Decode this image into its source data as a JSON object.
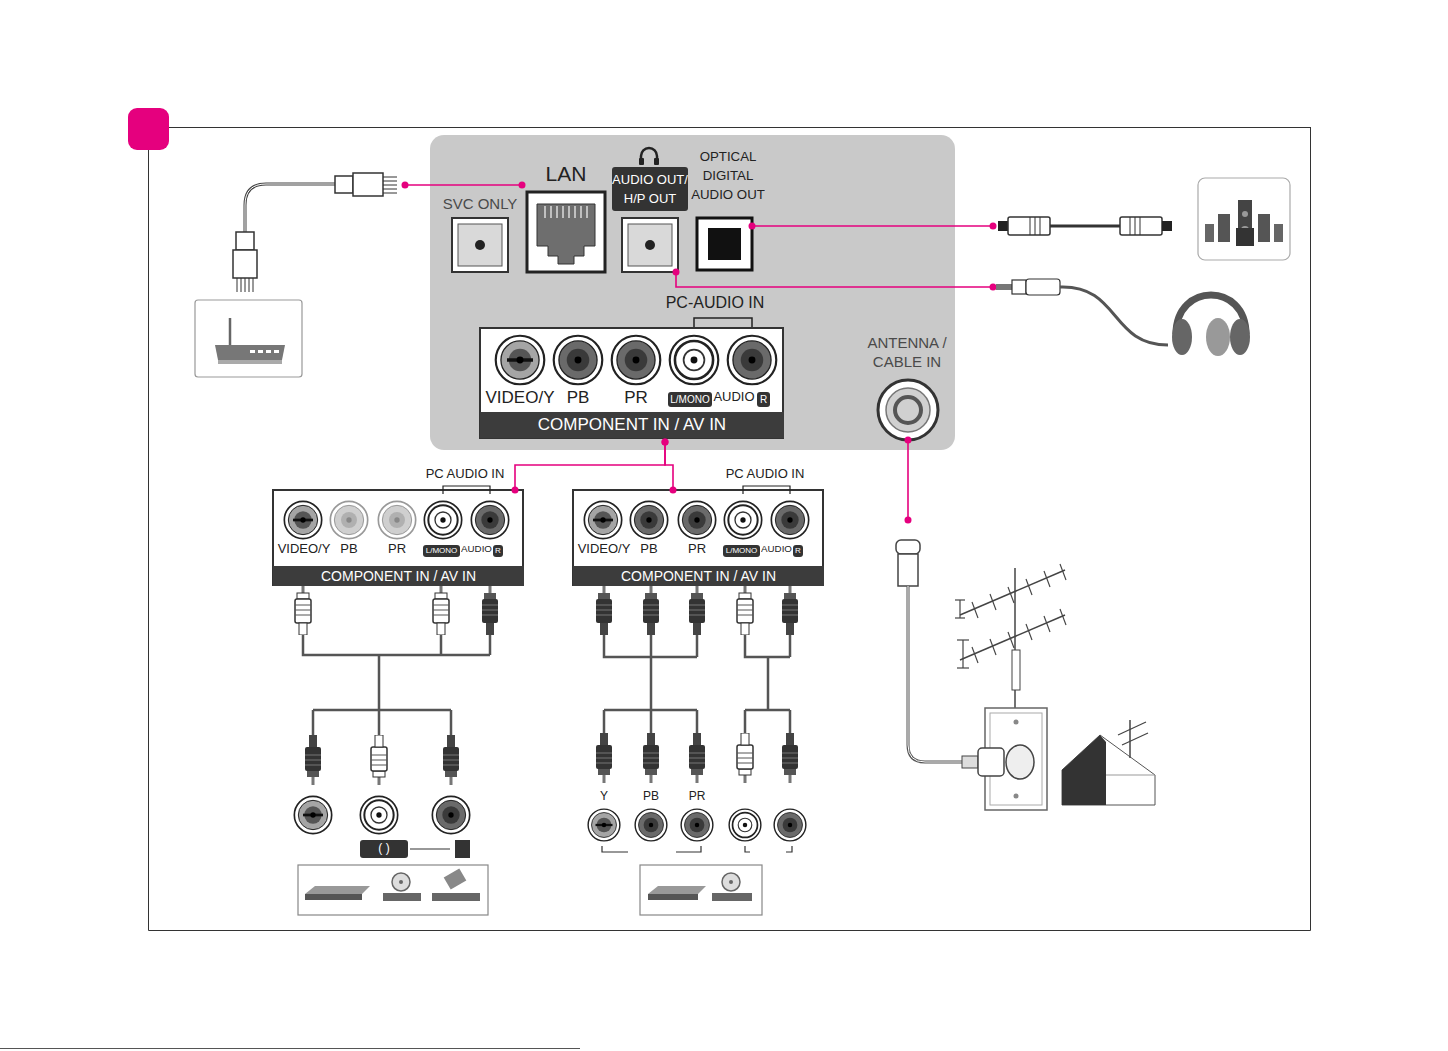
{
  "diagram": {
    "nodes": [
      {
        "text": [
          "SVC ONLY"
        ]
      },
      {
        "text": [
          "LAN"
        ]
      },
      {
        "text": [
          "AUDIO OUT/ H/P OUT"
        ]
      },
      {
        "text": [
          "OPTICAL DIGITAL AUDIO OUT"
        ]
      },
      {
        "text": [
          "PC-AUDIO IN",
          "VIDEO/Y",
          "PB",
          "PR",
          "L/MONO",
          "AUDIO",
          "R",
          "COMPONENT IN / AV IN"
        ]
      },
      {
        "text": [
          "ANTENNA / CABLE IN"
        ]
      },
      {
        "text": [
          "PC AUDIO IN",
          "VIDEO/Y",
          "PB",
          "PR",
          "L/MONO",
          "AUDIO",
          "R",
          "COMPONENT IN / AV IN"
        ]
      },
      {
        "text": [
          "PC AUDIO IN",
          "VIDEO/Y",
          "PB",
          "PR",
          "L/MONO",
          "AUDIO",
          "R",
          "COMPONENT IN / AV IN"
        ]
      }
    ],
    "edges": [
      {
        "from": 4,
        "to": 6,
        "arrow": "none"
      },
      {
        "from": 4,
        "to": 7,
        "arrow": "none"
      }
    ],
    "labels": [
      "Y",
      "PB",
      "PR",
      "( )"
    ]
  }
}
